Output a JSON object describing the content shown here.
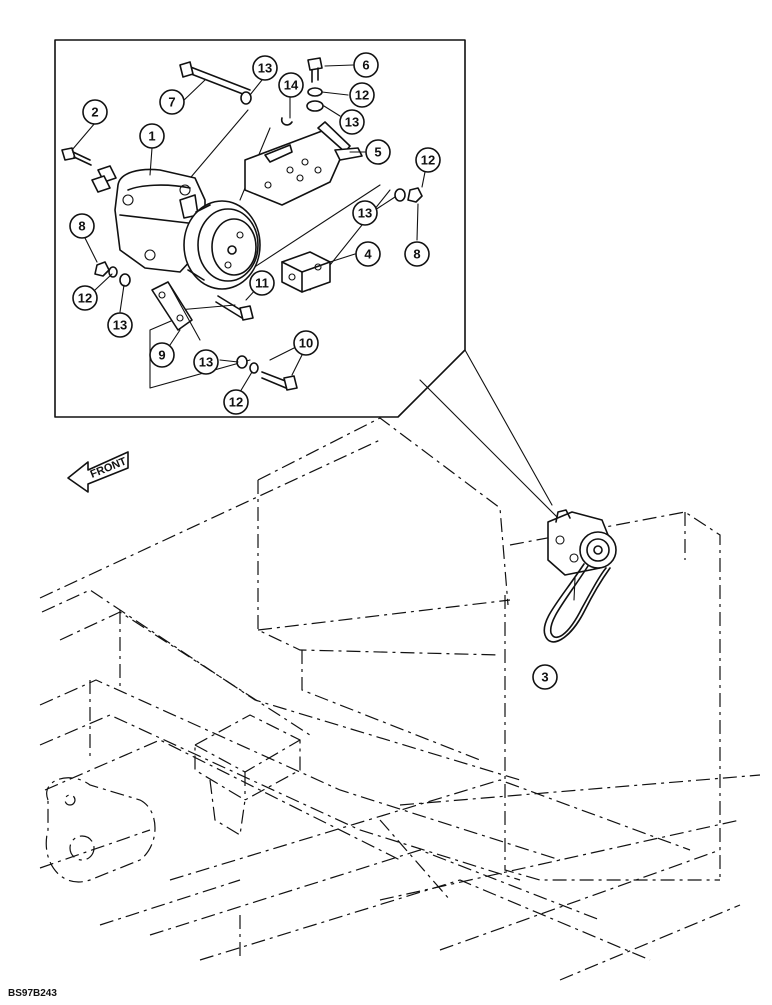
{
  "figure_code": "BS97B243",
  "direction_label": "FRONT",
  "callouts": [
    {
      "id": "c1",
      "label": "1"
    },
    {
      "id": "c2",
      "label": "2"
    },
    {
      "id": "c3",
      "label": "3"
    },
    {
      "id": "c4",
      "label": "4"
    },
    {
      "id": "c5",
      "label": "5"
    },
    {
      "id": "c6",
      "label": "6"
    },
    {
      "id": "c7",
      "label": "7"
    },
    {
      "id": "c8a",
      "label": "8"
    },
    {
      "id": "c8b",
      "label": "8"
    },
    {
      "id": "c9",
      "label": "9"
    },
    {
      "id": "c10",
      "label": "10"
    },
    {
      "id": "c11",
      "label": "11"
    },
    {
      "id": "c12a",
      "label": "12"
    },
    {
      "id": "c12b",
      "label": "12"
    },
    {
      "id": "c12c",
      "label": "12"
    },
    {
      "id": "c12d",
      "label": "12"
    },
    {
      "id": "c13a",
      "label": "13"
    },
    {
      "id": "c13b",
      "label": "13"
    },
    {
      "id": "c13c",
      "label": "13"
    },
    {
      "id": "c13d",
      "label": "13"
    },
    {
      "id": "c13e",
      "label": "13"
    },
    {
      "id": "c14",
      "label": "14"
    }
  ]
}
